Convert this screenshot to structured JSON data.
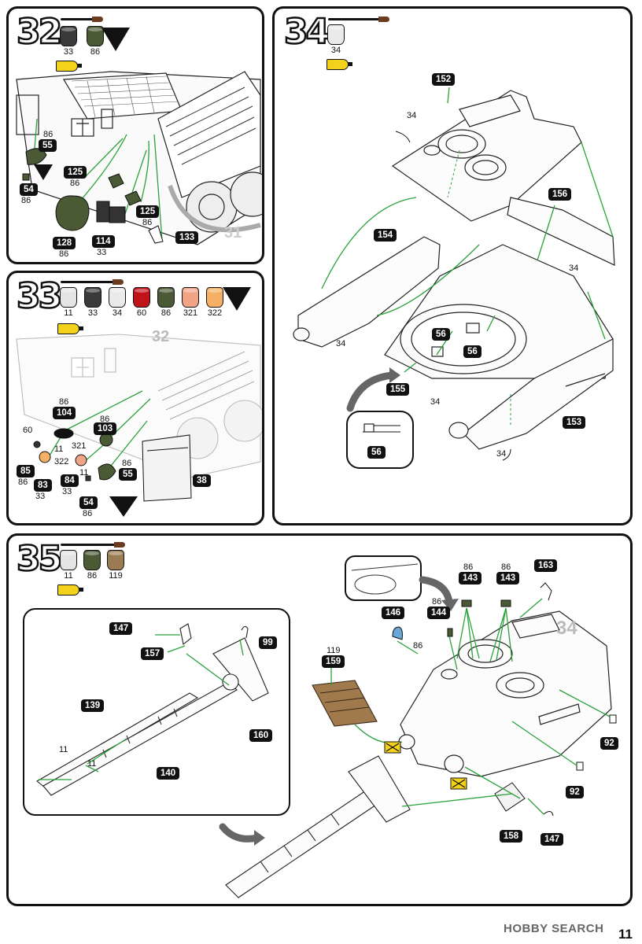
{
  "steps": [
    {
      "number": "32",
      "paints": [
        "33",
        "86"
      ],
      "paint_colors": [
        "#3a3a3a",
        "#4a5a35"
      ],
      "parts": [
        {
          "code_above": "86",
          "part": "55"
        },
        {
          "code_below": "86",
          "part": "54"
        },
        {
          "part": "125",
          "code_below": "86"
        },
        {
          "part": "125",
          "code_below": "86"
        },
        {
          "part": "128",
          "code_below": "86"
        },
        {
          "part": "114",
          "code_below": "33"
        },
        {
          "part": "133"
        }
      ],
      "ref_label": "31"
    },
    {
      "number": "33",
      "paints": [
        "11",
        "33",
        "34",
        "60",
        "86",
        "321",
        "322"
      ],
      "paint_colors": [
        "#e4e4e4",
        "#3a3a3a",
        "#eaeaea",
        "#c0141b",
        "#4a5a35",
        "#f2a487",
        "#f5b066"
      ],
      "ref_label": "32",
      "parts": [
        {
          "part": "104",
          "code_above": "86"
        },
        {
          "part": "103",
          "code_above": "86"
        },
        {
          "part": "55",
          "code_above": "86"
        },
        {
          "part": "85",
          "code_below": "86"
        },
        {
          "part": "83",
          "code_below": "33"
        },
        {
          "part": "84",
          "code_below": "33"
        },
        {
          "part": "54",
          "code_below": "86"
        },
        {
          "part": "38"
        }
      ],
      "codes": [
        "60",
        "11",
        "322",
        "321",
        "11"
      ]
    },
    {
      "number": "34",
      "paints": [
        "34"
      ],
      "paint_colors": [
        "#eaeaea"
      ],
      "parts": [
        "152",
        "154",
        "156",
        "56",
        "56",
        "155",
        "153",
        "56"
      ],
      "codes": [
        "34",
        "34",
        "34",
        "34",
        "34"
      ]
    },
    {
      "number": "35",
      "paints": [
        "11",
        "86",
        "119"
      ],
      "paint_colors": [
        "#e4e4e4",
        "#4a5a35",
        "#9a7b52"
      ],
      "inset_parts": [
        "147",
        "157",
        "99",
        "139",
        "140",
        "160"
      ],
      "inset_codes": [
        "11",
        "11"
      ],
      "parts": [
        {
          "part": "143",
          "code_above": "86"
        },
        {
          "part": "143",
          "code_above": "86"
        },
        {
          "part": "163"
        },
        {
          "part": "146"
        },
        {
          "part": "144",
          "code_above": "86"
        },
        {
          "part": "159",
          "code_above": "119"
        },
        {
          "part": "92"
        },
        {
          "part": "92"
        },
        {
          "part": "158"
        },
        {
          "part": "147"
        }
      ],
      "codes": [
        "86"
      ],
      "ref_label": "34"
    }
  ],
  "footer": {
    "logo_text": "HOBBY SEARCH",
    "page": "11"
  }
}
